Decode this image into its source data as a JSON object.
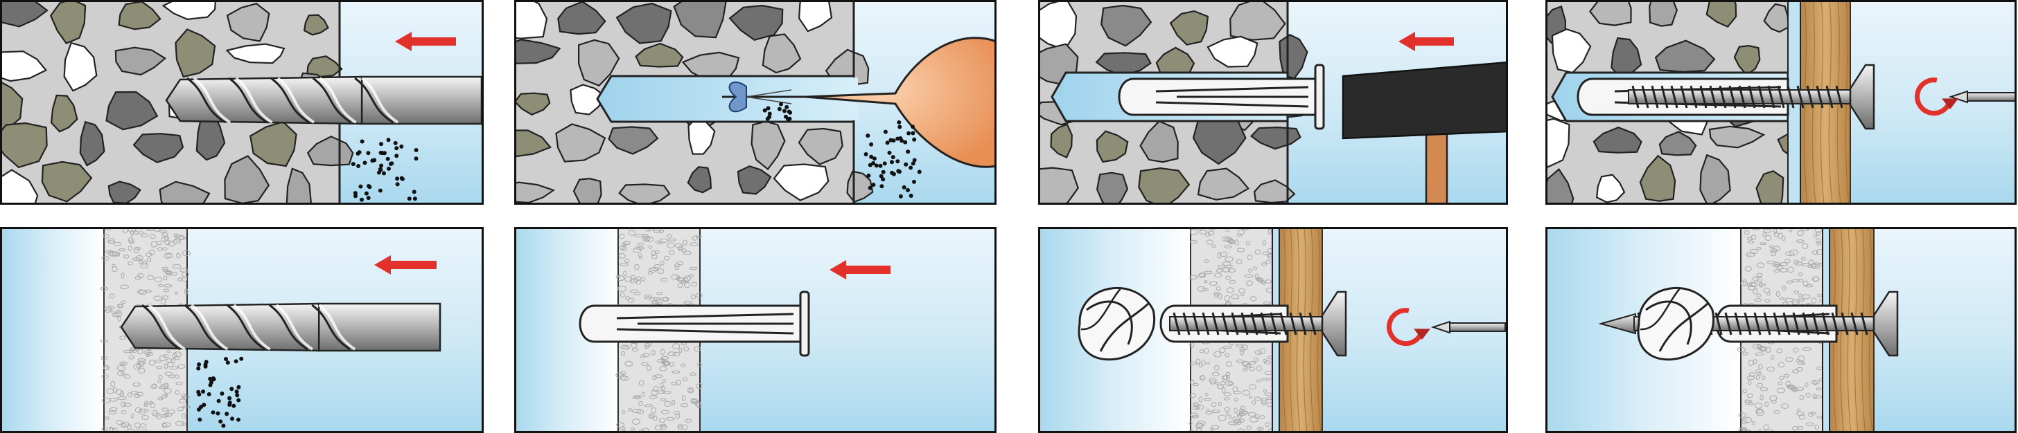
{
  "panels": [
    {
      "id": "p1",
      "step": "drill-hole",
      "material": "solid-masonry",
      "tool": "drill-bit-icon",
      "indicator": "push-arrow-icon"
    },
    {
      "id": "p2",
      "step": "clean-hole",
      "material": "solid-masonry",
      "tool": "blow-out-pump-icon",
      "indicator": "dust-particles-icon"
    },
    {
      "id": "p3",
      "step": "insert-plug",
      "material": "solid-masonry",
      "tool": "hammer-icon",
      "indicator": "push-arrow-icon"
    },
    {
      "id": "p4",
      "step": "drive-screw",
      "material": "solid-masonry-with-wood",
      "tool": "screwdriver-icon",
      "indicator": "rotate-arrow-icon"
    },
    {
      "id": "p5",
      "step": "drill-through",
      "material": "hollow-board",
      "tool": "drill-bit-icon",
      "indicator": "push-arrow-icon"
    },
    {
      "id": "p6",
      "step": "insert-plug",
      "material": "hollow-board",
      "tool": "plug-icon",
      "indicator": "push-arrow-icon"
    },
    {
      "id": "p7",
      "step": "drive-screw-knot",
      "material": "hollow-board-with-wood",
      "tool": "screwdriver-icon",
      "indicator": "rotate-arrow-icon"
    },
    {
      "id": "p8",
      "step": "fixed-knot",
      "material": "hollow-board-with-wood",
      "tool": "screw-icon",
      "indicator": ""
    }
  ],
  "colors": {
    "arrow": "#e2312b",
    "stone_dark": "#707070",
    "stone_mid": "#a6a6a6",
    "stone_olive": "#8e8d76",
    "wall_bg": "#cfcfcf",
    "air_light": "#eaf5fb",
    "air_blue": "#a9d8ee",
    "wood": "#c79a5d",
    "bulb": "#f3ab78",
    "hammer_handle": "#d28a52"
  }
}
